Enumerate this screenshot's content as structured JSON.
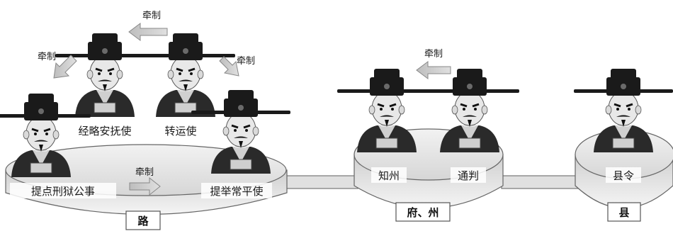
{
  "platforms": {
    "lu": {
      "name": "路",
      "officials": [
        "经略安抚使",
        "转运使",
        "提点刑狱公事",
        "提举常平使"
      ]
    },
    "fuzhou": {
      "name": "府、州",
      "officials": [
        "知州",
        "通判"
      ]
    },
    "xian": {
      "name": "县",
      "officials": [
        "县令"
      ]
    }
  },
  "relation_label": "牵制",
  "colors": {
    "hat": "#1c1c1c",
    "robe": "#2c2c2c",
    "skin": "#e6e6e6",
    "platform": "#dcdcdc",
    "arrow": "#c8c8c8"
  }
}
